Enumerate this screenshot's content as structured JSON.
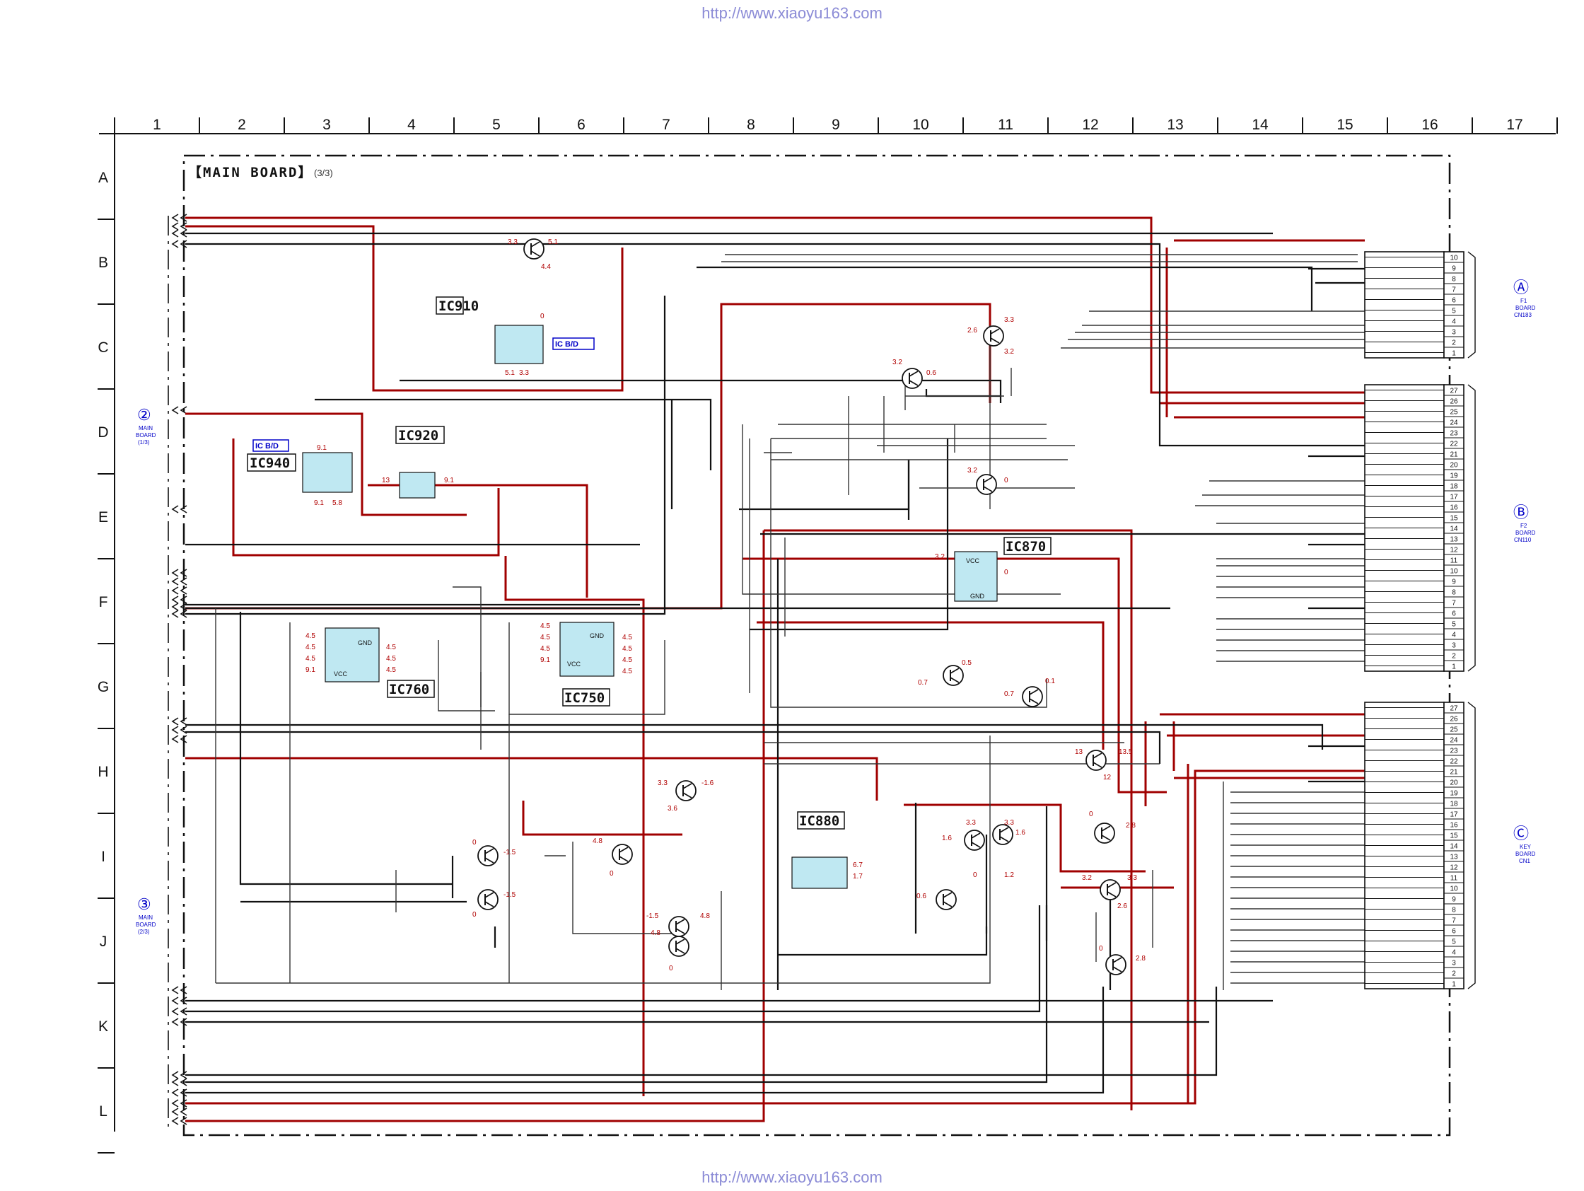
{
  "header_url": "http://www.xiaoyu163.com",
  "footer_url": "http://www.xiaoyu163.com",
  "board_title": "【MAIN BOARD】",
  "board_subtitle": "(3/3)",
  "columns": [
    "1",
    "2",
    "3",
    "4",
    "5",
    "6",
    "7",
    "8",
    "9",
    "10",
    "11",
    "12",
    "13",
    "14",
    "15",
    "16",
    "17"
  ],
  "rows": [
    "A",
    "B",
    "C",
    "D",
    "E",
    "F",
    "G",
    "H",
    "I",
    "J",
    "K",
    "L"
  ],
  "ics": {
    "ic910": "IC910",
    "ic920": "IC920",
    "ic940": "IC940",
    "ic870": "IC870",
    "ic760": "IC760",
    "ic750": "IC750",
    "ic880": "IC880"
  },
  "ic_bd_label": "IC B/D",
  "chip_text": {
    "vcc": "VCC",
    "gnd": "GND"
  },
  "board_refs": {
    "main2": {
      "number": "②",
      "line1": "MAIN",
      "line2": "BOARD",
      "line3": "(1/3)"
    },
    "main3": {
      "number": "③",
      "line1": "MAIN",
      "line2": "BOARD",
      "line3": "(2/3)"
    },
    "a": {
      "letter": "Ⓐ",
      "line1": "F1",
      "line2": "BOARD",
      "line3": "CN183"
    },
    "b": {
      "letter": "Ⓑ",
      "line1": "F2",
      "line2": "BOARD",
      "line3": "CN110"
    },
    "c": {
      "letter": "Ⓒ",
      "line1": "KEY",
      "line2": "BOARD",
      "line3": "CN1"
    }
  },
  "voltages": {
    "q910_b": "3.3",
    "q910_c": "5.1",
    "q910_e": "4.4",
    "ic910_o": "0",
    "ic910_p1": "5.1",
    "ic910_p2": "3.3",
    "ic940_in": "9.1",
    "ic940_o1": "9.1",
    "ic940_o2": "5.8",
    "ic920_in": "13",
    "ic920_out": "9.1",
    "q_c10a": "2.6",
    "q_c10b": "3.3",
    "q_c10c": "3.2",
    "q_d10a": "3.2",
    "q_d10b": "0.6",
    "q_e11a": "3.2",
    "q_e11b": "0",
    "ic870_vcc": "3.2",
    "ic870_o": "0",
    "ic760_l1": "4.5",
    "ic760_l2": "4.5",
    "ic760_l3": "4.5",
    "ic760_l4": "9.1",
    "ic760_r1": "4.5",
    "ic760_r2": "4.5",
    "ic760_r3": "4.5",
    "ic750_l1": "4.5",
    "ic750_l2": "4.5",
    "ic750_l3": "4.5",
    "ic750_l4": "9.1",
    "ic750_r1": "4.5",
    "ic750_r2": "4.5",
    "ic750_r3": "4.5",
    "ic750_r4": "4.5",
    "q_g10a": "0.5",
    "q_g10b": "0.7",
    "q_g11a": "0.7",
    "q_g11b": "0.1",
    "q_h8a": "3.3",
    "q_h8b": "-1.6",
    "q_h8c": "3.6",
    "q_i5a": "0",
    "q_i5b": "-1.5",
    "q_i5c": "0",
    "q_i5d": "-1.5",
    "q_i7a": "4.8",
    "q_i7b": "0",
    "q_j8a": "-1.5",
    "q_j8b": "4.8",
    "q_j8c": "4.8",
    "q_j8d": "0",
    "ic880_a": "6.7",
    "ic880_b": "1.7",
    "q_i11a": "3.3",
    "q_i11b": "3.3",
    "q_i11c": "1.6",
    "q_i11d": "1.6",
    "q_i11e": "0",
    "q_i11f": "1.2",
    "q_j11a": "0.6",
    "q_h13a": "13",
    "q_h13b": "13.5",
    "q_h13c": "12",
    "q_i13a": "0",
    "q_i13b": "2.8",
    "q_j13a": "3.2",
    "q_j13b": "3.3",
    "q_j13c": "2.6",
    "q_j13d": "0",
    "q_j13e": "2.8"
  },
  "connector_a_pins": [
    "10",
    "9",
    "8",
    "7",
    "6",
    "5",
    "4",
    "3",
    "2",
    "1"
  ],
  "connector_b_pins": [
    "27",
    "26",
    "25",
    "24",
    "23",
    "22",
    "21",
    "20",
    "19",
    "18",
    "17",
    "16",
    "15",
    "14",
    "13",
    "12",
    "11",
    "10",
    "9",
    "8",
    "7",
    "6",
    "5",
    "4",
    "3",
    "2",
    "1"
  ],
  "connector_c_pins": [
    "27",
    "26",
    "25",
    "24",
    "23",
    "22",
    "21",
    "20",
    "19",
    "18",
    "17",
    "16",
    "15",
    "14",
    "13",
    "12",
    "11",
    "10",
    "9",
    "8",
    "7",
    "6",
    "5",
    "4",
    "3",
    "2",
    "1"
  ]
}
